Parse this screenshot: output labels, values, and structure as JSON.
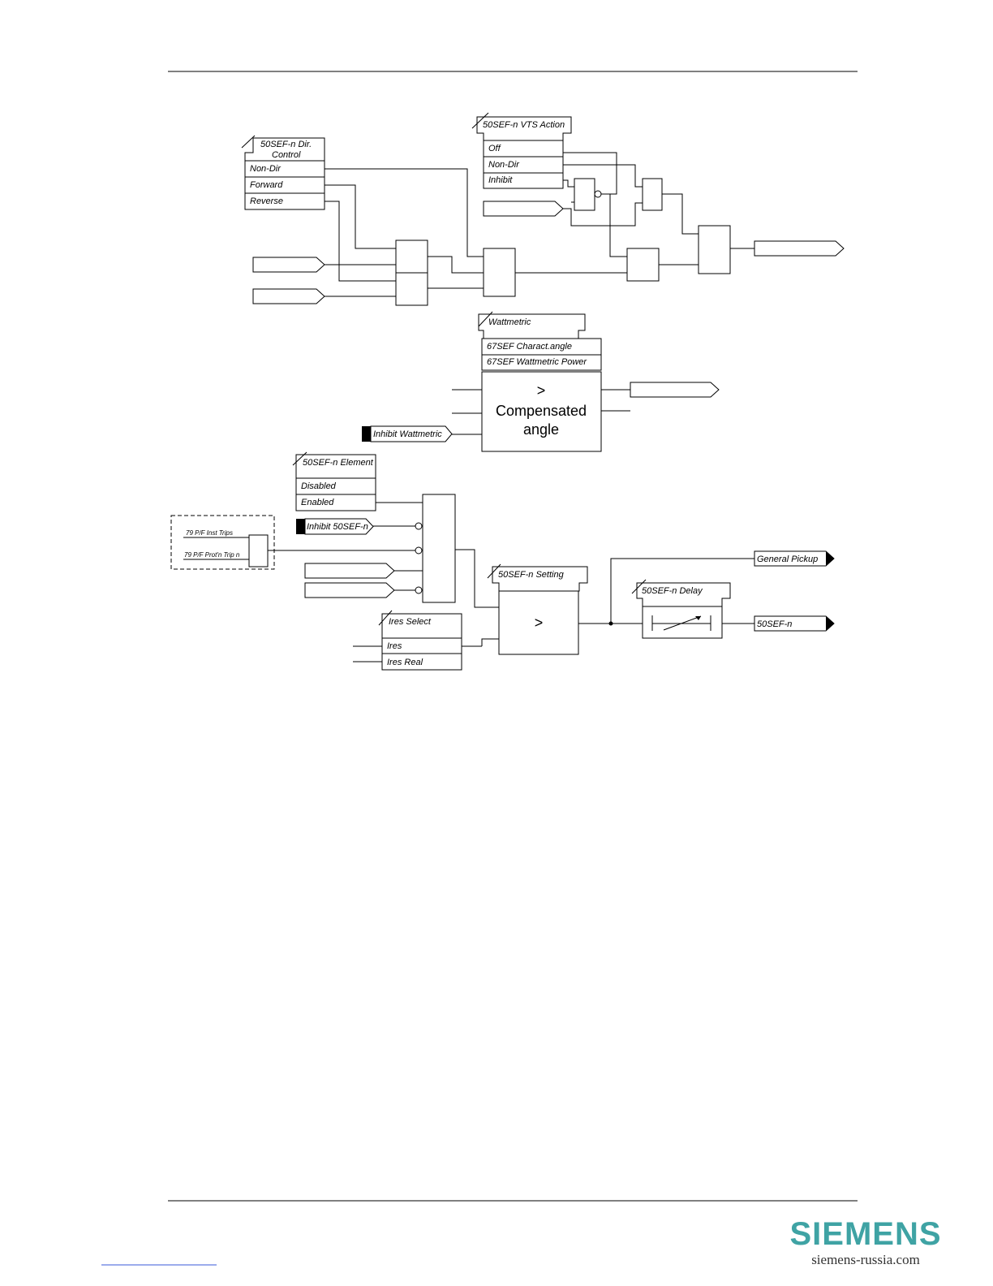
{
  "dir_control": {
    "title_line1": "50SEF-n Dir.",
    "title_line2": "Control",
    "options": [
      "Non-Dir",
      "Forward",
      "Reverse"
    ]
  },
  "vts_action": {
    "title": "50SEF-n VTS Action",
    "options": [
      "Off",
      "Non-Dir",
      "Inhibit"
    ]
  },
  "wattmetric": {
    "title": "Wattmetric",
    "rows": [
      "67SEF Charact.angle",
      "67SEF Wattmetric Power"
    ],
    "compare_symbol": ">",
    "comp_line1": "Compensated",
    "comp_line2": "angle",
    "inhibit_label": "Inhibit Wattmetric"
  },
  "element": {
    "title": "50SEF-n Element",
    "options": [
      "Disabled",
      "Enabled"
    ],
    "inhibit_label": "Inhibit 50SEF-n"
  },
  "ar_box": {
    "line1": "79 P/F Inst Trips",
    "line2": "79 P/F Prot'n Trip n"
  },
  "setting": {
    "title": "50SEF-n Setting",
    "compare_symbol": ">"
  },
  "ires_select": {
    "title": "Ires Select",
    "options": [
      "Ires",
      "Ires Real"
    ]
  },
  "delay": {
    "title": "50SEF-n Delay"
  },
  "outputs": {
    "general_pickup": "General Pickup",
    "trip": "50SEF-n"
  },
  "footer": {
    "brand": "SIEMENS",
    "url": "siemens-russia.com",
    "brand_color": "#3fa3a4"
  }
}
